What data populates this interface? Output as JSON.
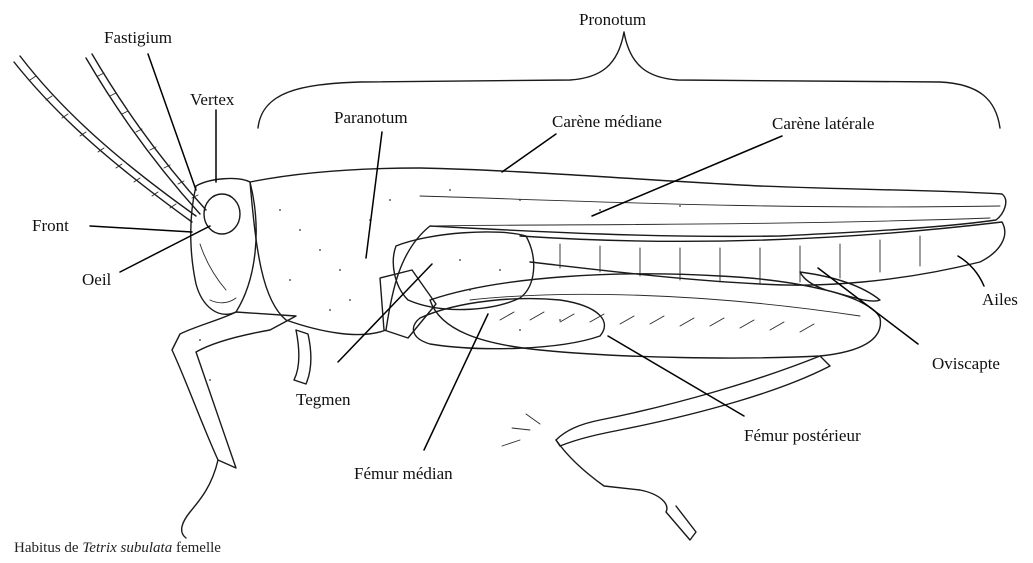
{
  "labels": {
    "pronotum": "Pronotum",
    "fastigium": "Fastigium",
    "vertex": "Vertex",
    "paranotum": "Paranotum",
    "carene_mediane": "Carène médiane",
    "carene_laterale": "Carène latérale",
    "front": "Front",
    "oeil": "Oeil",
    "ailes": "Ailes",
    "oviscapte": "Oviscapte",
    "tegmen": "Tegmen",
    "femur_posterieur": "Fémur postérieur",
    "femur_median": "Fémur médian"
  },
  "caption": {
    "prefix": "Habitus de ",
    "species": "Tetrix subulata",
    "suffix": " femelle"
  }
}
